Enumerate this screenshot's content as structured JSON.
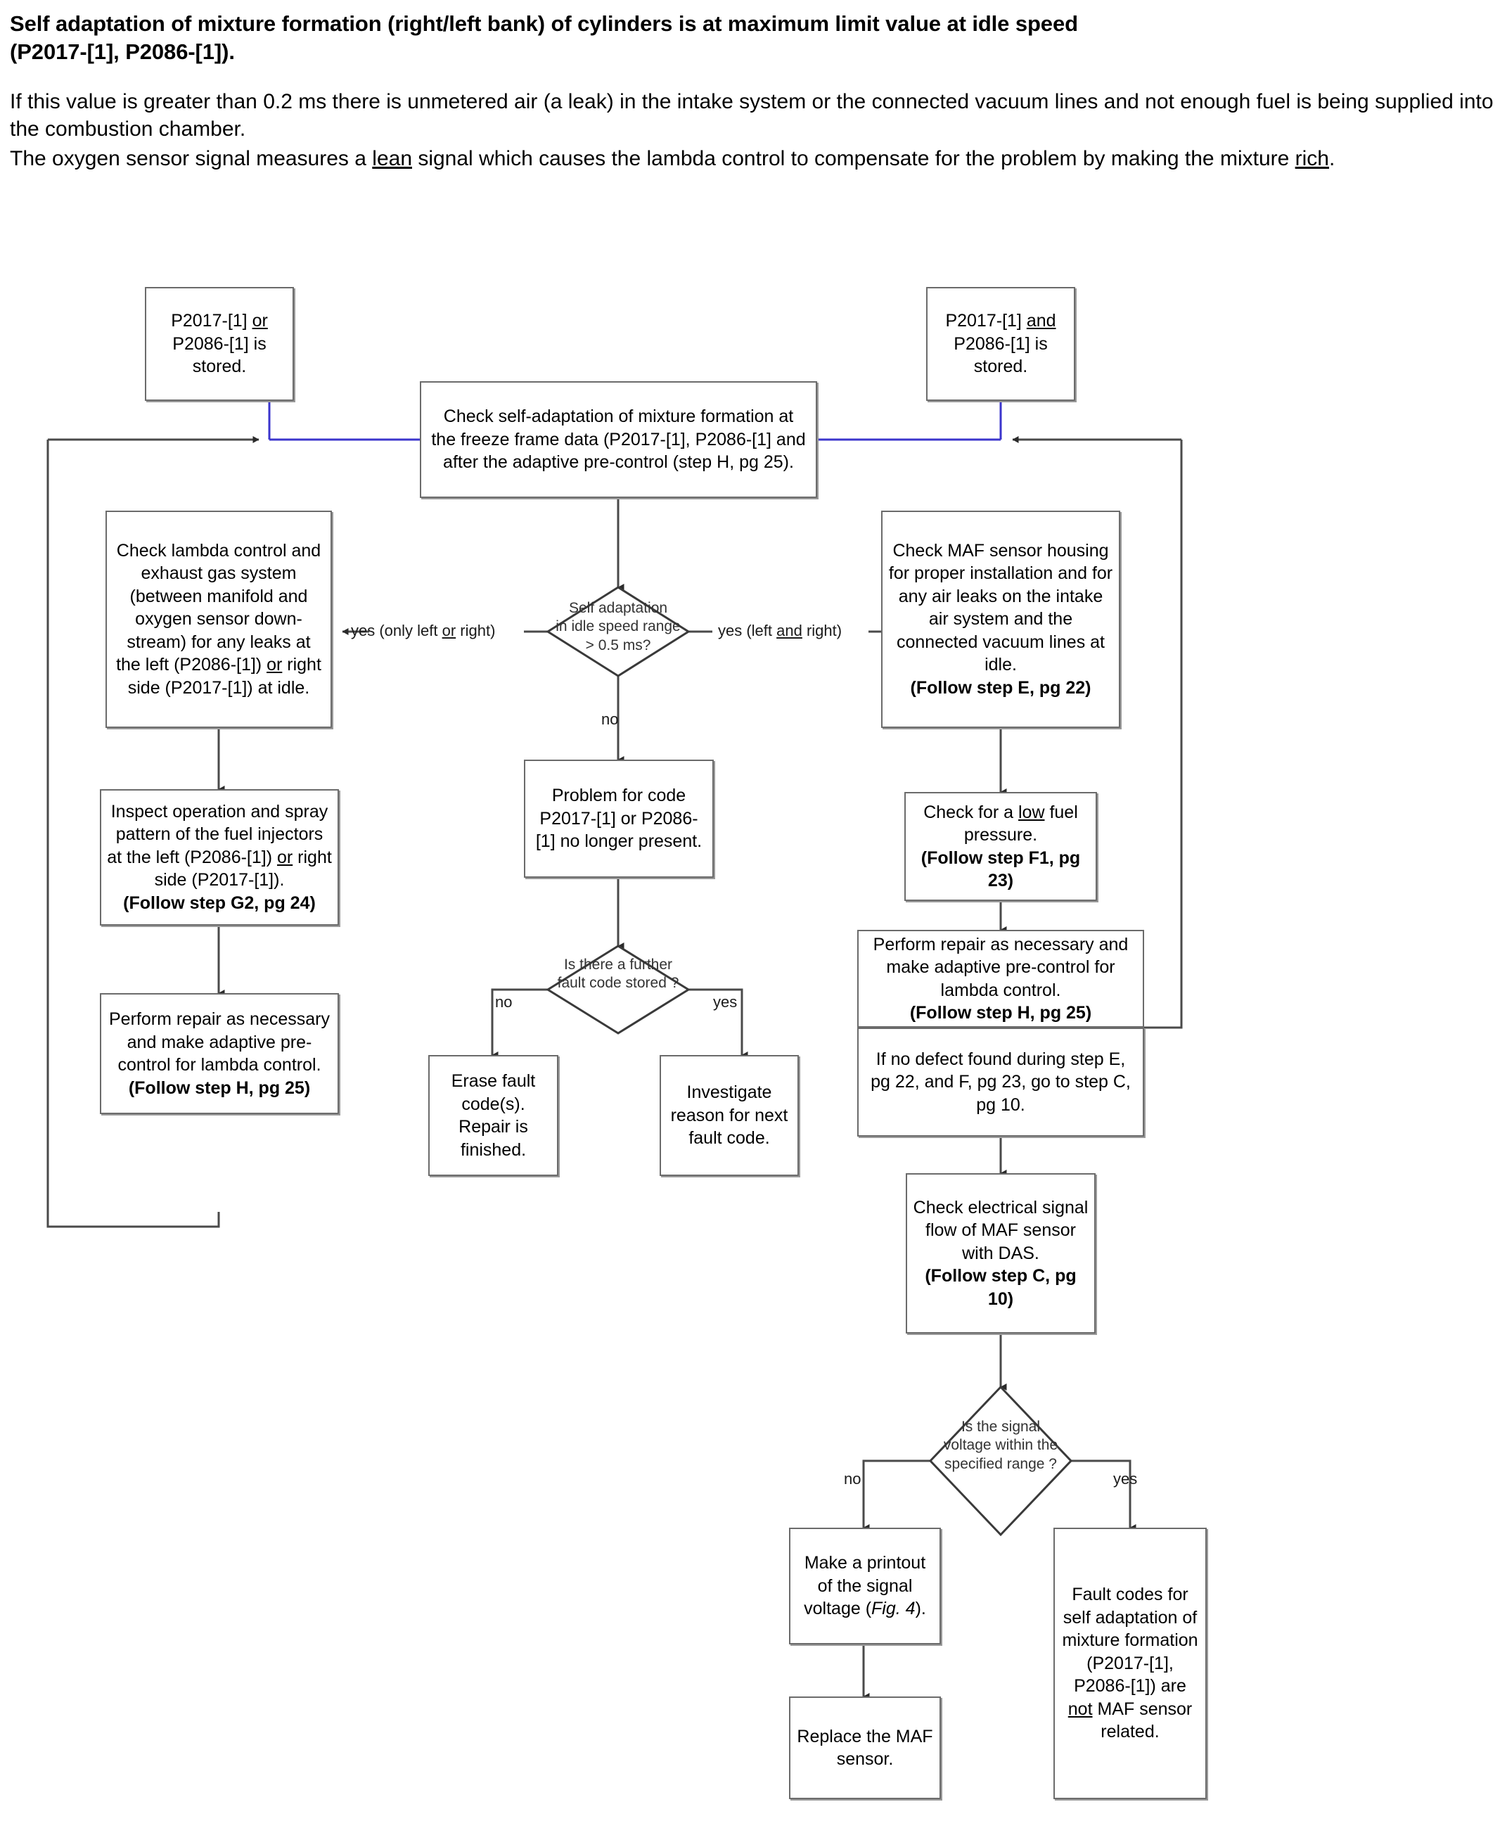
{
  "intro": {
    "title_line1": "Self adaptation of mixture formation (right/left bank) of cylinders is at maximum limit value at idle speed",
    "title_line2": "(P2017-[1], P2086-[1]).",
    "para1": "If this value is greater than 0.2 ms there is unmetered air (a leak) in the intake system or the connected vacuum lines and not enough fuel is being supplied into the combustion chamber.",
    "para2_a": "The oxygen sensor signal measures a ",
    "para2_u1": "lean",
    "para2_b": " signal which causes the lambda control to compensate for the problem by making the mixture ",
    "para2_u2": "rich",
    "para2_c": "."
  },
  "colors": {
    "box_border": "#6b6b6b",
    "box_shadow": "#9a9a9a",
    "connector_blue": "#3b35cc",
    "connector_gray": "#4a4a4a",
    "text": "#000000"
  },
  "nodes": {
    "start_left": {
      "l1": "P2017-[1] ",
      "u1": "or",
      "l2": "P2086-[1] is",
      "l3": "stored."
    },
    "start_right": {
      "l1": "P2017-[1] ",
      "u1": "and",
      "l2": "P2086-[1] is",
      "l3": "stored."
    },
    "check_self_adaptation": "Check self-adaptation of mixture formation at the freeze frame data (P2017-[1], P2086-[1] and after the adaptive pre-control (step H, pg 25).",
    "check_lambda": {
      "a": "Check lambda control and exhaust gas system (between manifold and oxygen sensor down-stream) for any leaks at the left (P2086-[1]) ",
      "u": "or",
      "b": " right side (P2017-[1]) at idle."
    },
    "inspect_injectors": {
      "a": "Inspect operation and spray pattern of the fuel injectors at the left (P2086-[1]) ",
      "u": "or",
      "b": " right side (P2017-[1]).",
      "bold": "(Follow step G2, pg 24)"
    },
    "perform_repair_left": {
      "a": "Perform repair as necessary and make adaptive pre-control for lambda control.",
      "bold": "(Follow step H, pg 25)"
    },
    "problem_no_longer": "Problem for code P2017-[1] or P2086-[1] no longer present.",
    "erase_fault_codes": "Erase fault code(s). Repair is finished.",
    "investigate_reason": "Investigate reason for next fault code.",
    "check_maf_housing": {
      "a": "Check  MAF sensor housing for proper installation and  for any air leaks on the intake air system and the connected vacuum lines at idle.",
      "bold": "(Follow step E, pg 22)"
    },
    "check_fuel_pressure": {
      "a": "Check for a ",
      "u": "low",
      "b": " fuel pressure.",
      "bold": "(Follow step F1, pg 23)"
    },
    "perform_repair_right": {
      "a": "Perform repair as necessary and make adaptive pre-control for lambda control.",
      "bold": "(Follow step H, pg 25)"
    },
    "no_defect_note": "If no defect found during step E, pg 22, and F, pg 23, go to step C, pg 10.",
    "check_electrical": {
      "a": "Check electrical signal flow of MAF sensor with DAS.",
      "bold": "(Follow step C, pg 10)"
    },
    "make_printout": {
      "a": "Make a printout of the signal voltage (",
      "i": "Fig. 4",
      "b": ")."
    },
    "replace_maf": "Replace the MAF sensor.",
    "fault_codes_not_maf": {
      "a": "Fault codes for self adaptation of mixture formation (P2017-[1], P2086-[1]) are ",
      "u": "not",
      "b": "  MAF sensor related."
    }
  },
  "decisions": {
    "self_adaptation_range": {
      "l1": "Self adaptation",
      "l2": "in idle speed range",
      "l3": "> 0.5 ms?"
    },
    "further_fault_code": {
      "l1": "Is there a further",
      "l2": "fault code stored ?"
    },
    "signal_voltage_range": {
      "l1": "Is the signal",
      "l2": "voltage  within the",
      "l3": "specified range ?"
    }
  },
  "edge_labels": {
    "yes_only_left_or_right_a": "yes (only left ",
    "yes_only_left_or_right_u": "or",
    "yes_only_left_or_right_b": " right)",
    "yes_left_and_right_a": "yes (left ",
    "yes_left_and_right_u": "and",
    "yes_left_and_right_b": " right)",
    "no_1": "no",
    "no_2": "no",
    "yes_2": "yes",
    "no_3": "no",
    "yes_3": "yes"
  }
}
